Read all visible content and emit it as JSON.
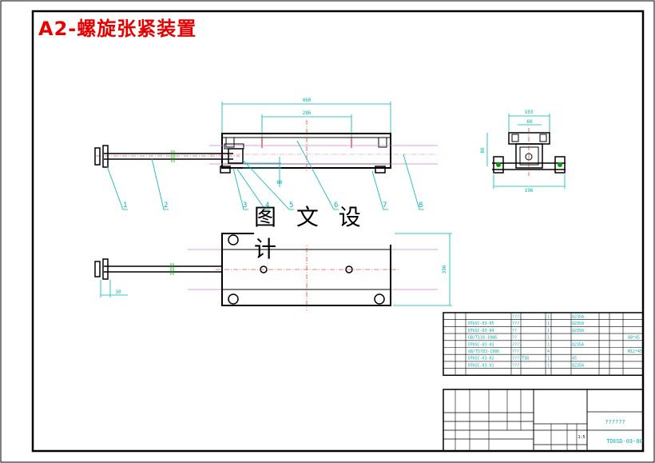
{
  "title": "A2-螺旋张紧装置",
  "watermark": "图 文 设 计",
  "dimensions": {
    "front_length": "460",
    "front_hole_span": "286",
    "front_height": "80",
    "side_width": "103",
    "side_inner": "60",
    "side_height": "86",
    "side_base": "196",
    "plan_height": "396",
    "plan_small": "30"
  },
  "balloons": [
    "1",
    "2",
    "3",
    "4",
    "5",
    "6",
    "7",
    "8"
  ],
  "parts_list": [
    {
      "code": "",
      "name": "????",
      "qty": "1",
      "material": "Q235A",
      "note": ""
    },
    {
      "code": "DTⅡSC-03-05",
      "name": "???",
      "qty": "1",
      "material": "Q235A",
      "note": ""
    },
    {
      "code": "DTⅡSC-03-04",
      "name": "??",
      "qty": "1",
      "material": "Q235A",
      "note": ""
    },
    {
      "code": "GB/T118-1986",
      "name": "??",
      "qty": "1",
      "material": "",
      "note": "A8*45"
    },
    {
      "code": "DTⅡSC-03-03",
      "name": "????",
      "qty": "1",
      "material": "Q235A",
      "note": ""
    },
    {
      "code": "GB/T5783-1986",
      "name": "???",
      "qty": "4",
      "material": "",
      "note": "M12*45"
    },
    {
      "code": "DTⅡSC-03-02",
      "name": "????T38",
      "qty": "1",
      "material": "45",
      "note": ""
    },
    {
      "code": "DTⅡSC-03-01",
      "name": "???",
      "qty": "1",
      "material": "Q235A",
      "note": ""
    }
  ],
  "title_block": {
    "drawing_name": "??????",
    "drawing_number": "TDⅡSD-03-00",
    "scale": "1:5"
  }
}
